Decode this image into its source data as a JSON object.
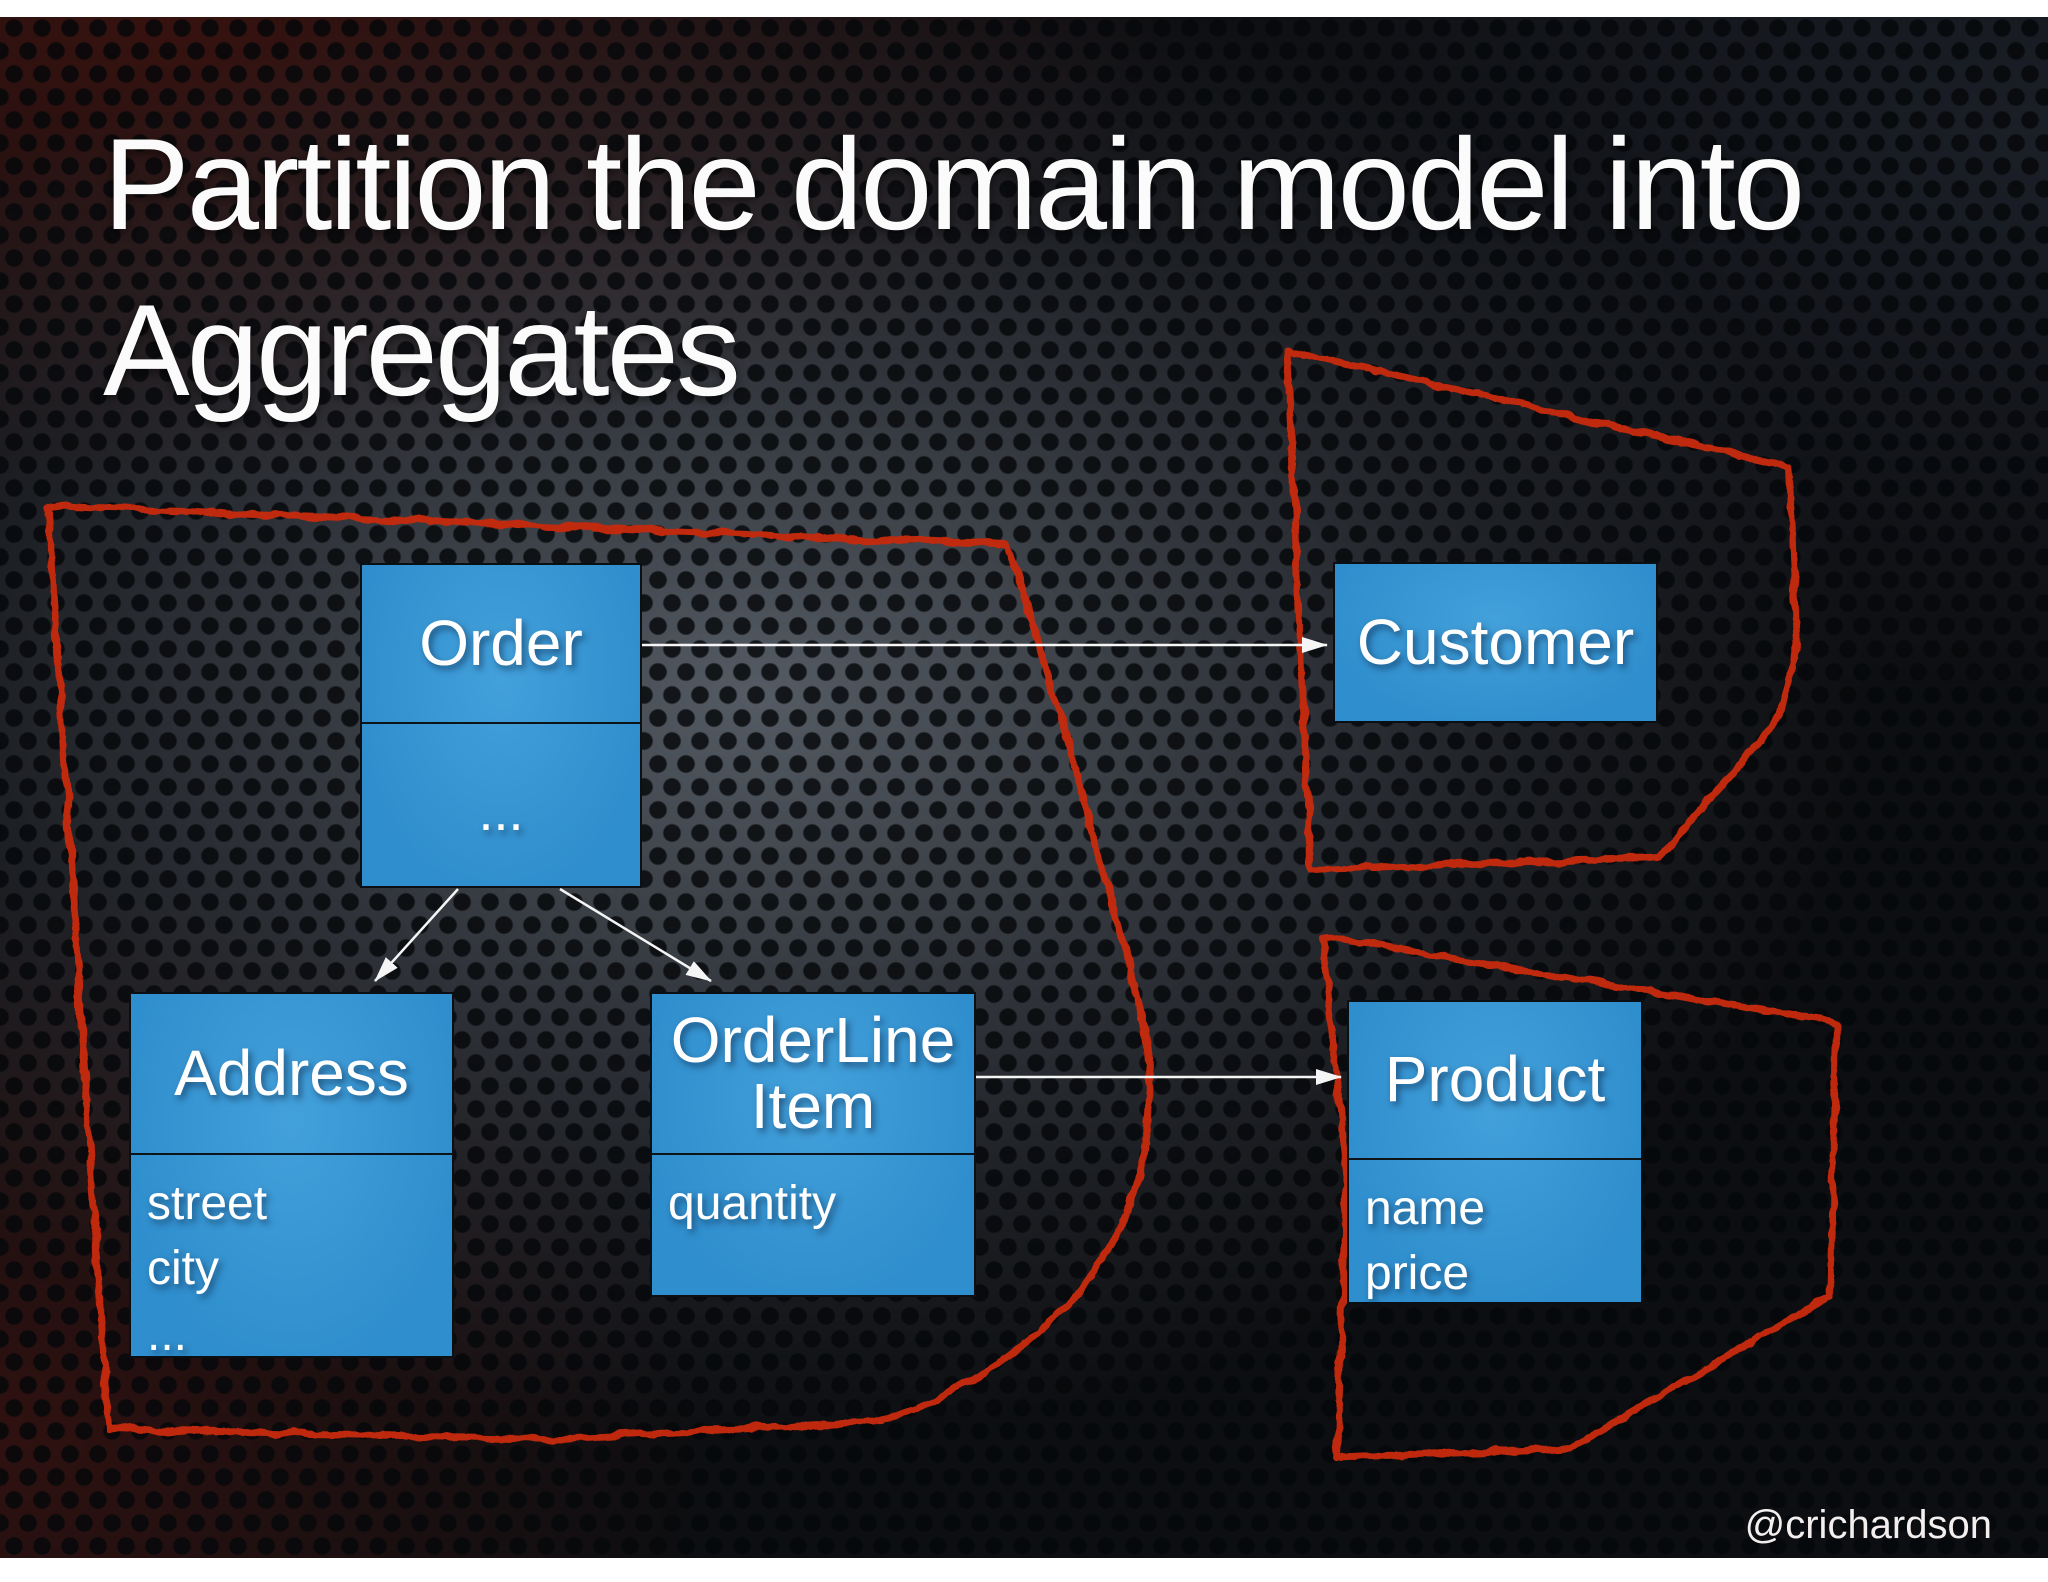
{
  "slide": {
    "title": "Partition the domain model into Aggregates",
    "watermark": "@crichardson"
  },
  "diagram": {
    "classes": [
      {
        "id": "order",
        "name": "Order",
        "attributes": [
          "..."
        ]
      },
      {
        "id": "customer",
        "name": "Customer",
        "attributes": []
      },
      {
        "id": "address",
        "name": "Address",
        "attributes": [
          "street",
          "city",
          "..."
        ]
      },
      {
        "id": "orderlineitem",
        "name": "OrderLine Item",
        "attributes": [
          "quantity"
        ]
      },
      {
        "id": "product",
        "name": "Product",
        "attributes": [
          "name",
          "price"
        ]
      }
    ],
    "relations": [
      {
        "from": "Order",
        "to": "Customer"
      },
      {
        "from": "Order",
        "to": "Address"
      },
      {
        "from": "Order",
        "to": "OrderLineItem"
      },
      {
        "from": "OrderLineItem",
        "to": "Product"
      }
    ],
    "aggregate_boundaries": [
      {
        "members": [
          "Order",
          "Address",
          "OrderLineItem"
        ]
      },
      {
        "members": [
          "Customer"
        ]
      },
      {
        "members": [
          "Product"
        ]
      }
    ]
  },
  "colors": {
    "boundary_red": "#c52a0e",
    "box_blue": "#3193d1",
    "arrow_white": "#f5f5f5",
    "title_white": "#fbfbfb"
  }
}
